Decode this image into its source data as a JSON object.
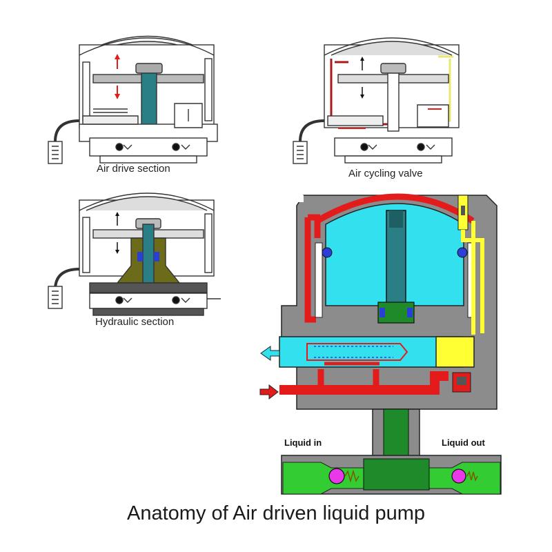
{
  "captions": {
    "air_drive": "Air drive section",
    "air_cycling": "Air cycling valve",
    "hydraulic": "Hydraulic section"
  },
  "labels": {
    "liquid_in": "Liquid in",
    "liquid_out": "Liquid out"
  },
  "title": "Anatomy of Air driven liquid pump",
  "colors": {
    "body_gray": "#8c8c8c",
    "air_red": "#e31b1b",
    "liquid_cyan": "#33e0ee",
    "piston_teal": "#2a7f86",
    "pilot_yellow": "#ffff33",
    "liquid_green": "#33cc33",
    "dark_green": "#1f8a2a",
    "hydraulic_olive": "#6b6b1a",
    "seal_blue": "#2a3fd6",
    "check_ball_magenta": "#e838e8"
  }
}
